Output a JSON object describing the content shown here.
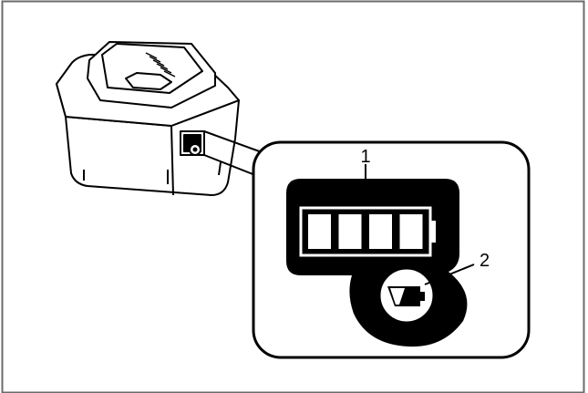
{
  "figure": {
    "callouts": [
      {
        "label": "1",
        "target": "battery-level-segments"
      },
      {
        "label": "2",
        "target": "check-button-battery-icon"
      }
    ],
    "indicator": {
      "segments_total": 4,
      "segments_lit": 4
    },
    "colors": {
      "line": "#000000",
      "panel": "#000000",
      "segment": "#ffffff",
      "background": "#ffffff",
      "frame": "#6b6b6b"
    }
  }
}
